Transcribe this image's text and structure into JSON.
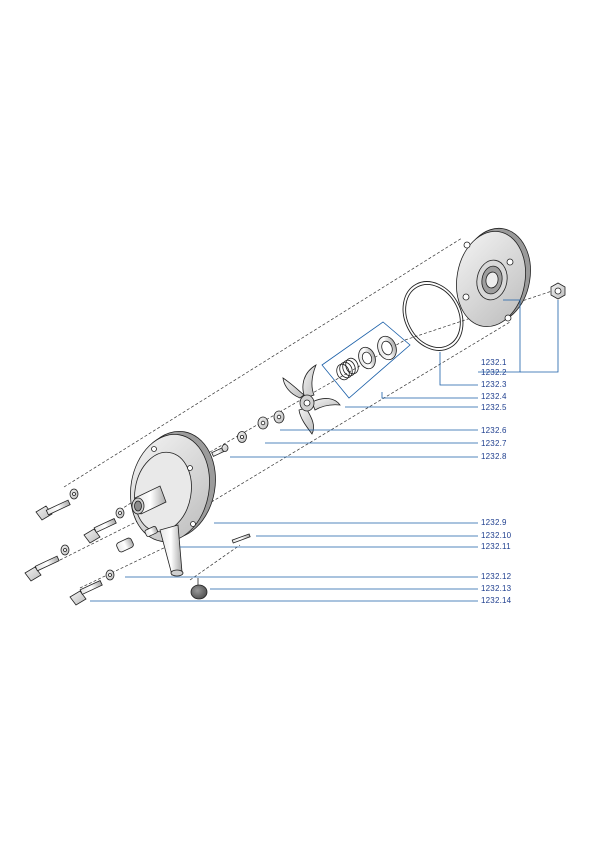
{
  "diagram": {
    "accent_color": "#1a5fa8",
    "label_color": "#1f3f8f",
    "part_labels": [
      "1232.1",
      "1232.2",
      "1232.3",
      "1232.4",
      "1232.5",
      "1232.6",
      "1232.7",
      "1232.8",
      "1232.9",
      "1232.10",
      "1232.11",
      "1232.12",
      "1232.13",
      "1232.14"
    ]
  }
}
